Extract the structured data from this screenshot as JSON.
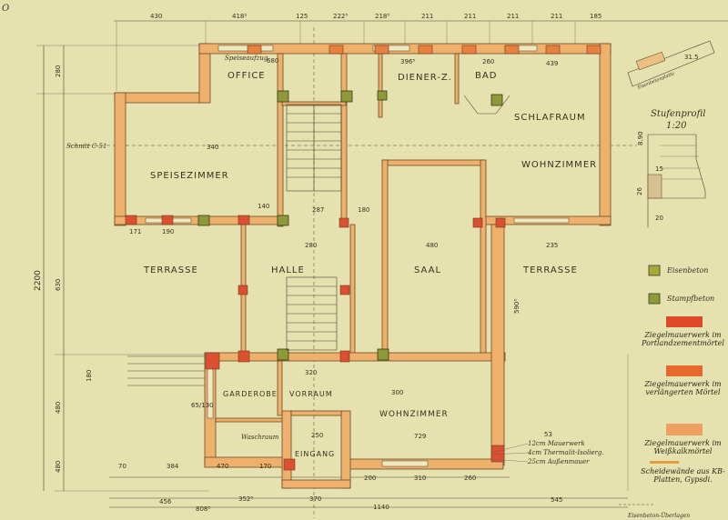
{
  "rooms": {
    "office": "OFFICE",
    "diener": "DIENER-Z.",
    "bad": "BAD",
    "schlafraum": "SCHLAFRAUM",
    "speisezimmer": "SPEISEZIMMER",
    "wohnzimmer_top": "WOHNZIMMER",
    "terrasse_left": "TERRASSE",
    "halle": "HALLE",
    "saal": "SAAL",
    "terrasse_right": "TERRASSE",
    "garderobe": "GARDEROBE",
    "vorraum": "VORRAUM",
    "wohnzimmer_bottom": "WOHNZIMMER",
    "eingang": "EINGANG",
    "waschraum": "Waschraum"
  },
  "notes": {
    "speiseaufzug": "Speiseaufzug",
    "schnitt": "Schnitt C-51",
    "wall_layers": [
      "12cm Mauerwerk",
      "4cm Thermalit-Isolierg.",
      "25cm Außenmauer"
    ],
    "stufenprofil_title": "Stufenprofil",
    "stufenprofil_scale": "1:20",
    "eisenbetonplatte": "Eisenbetonplatte",
    "north": "O"
  },
  "dimensions": {
    "top": [
      "430",
      "418⁵",
      "125",
      "222⁵",
      "218⁵",
      "211",
      "211",
      "211",
      "211",
      "185"
    ],
    "bottom_outer": [
      "456",
      "808⁵",
      "352⁵",
      "370",
      "1140",
      "545"
    ],
    "bottom_inner": [
      "70",
      "384",
      "470",
      "170",
      "200",
      "310",
      "260"
    ],
    "left": [
      "280",
      "2200",
      "630",
      "480",
      "480",
      "180"
    ],
    "interior": [
      "680",
      "396⁵",
      "260",
      "439",
      "171",
      "190",
      "140",
      "287",
      "180",
      "280",
      "480",
      "235",
      "320",
      "300",
      "250",
      "729",
      "65/130",
      "340",
      "590⁵",
      "53"
    ]
  },
  "stufenprofil_dims": [
    "31.5",
    "15",
    "26",
    "20",
    "8.90"
  ],
  "legend": [
    {
      "label": "Eisenbeton",
      "color": "#a8a83a"
    },
    {
      "label": "Stampfbeton",
      "color": "#8e9a3a"
    },
    {
      "label": "Ziegelmauerwerk im Portlandzementmörtel",
      "color": "#dc4a2a"
    },
    {
      "label": "Ziegelmauerwerk im verlängerten Mörtel",
      "color": "#e8682e"
    },
    {
      "label": "Ziegelmauerwerk im Weißkalkmörtel",
      "color": "#eea060"
    },
    {
      "label": "Scheidewände aus KB-Platten, Gypsdi.",
      "color": "#e89a40"
    },
    {
      "label": "Eisenbeton-Überlagen",
      "color": "#4a4030"
    }
  ]
}
